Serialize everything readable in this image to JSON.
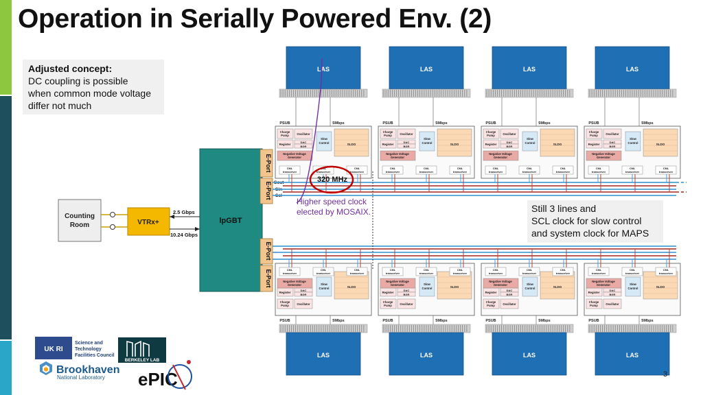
{
  "slide": {
    "title": "Operation in Serially Powered Env. (2)",
    "page_number": "3"
  },
  "concept_box": {
    "heading": "Adjusted concept:",
    "lines": [
      "DC coupling is possible",
      "when common mode voltage",
      "differ not much"
    ]
  },
  "annotations": {
    "frequency": "320 MHz",
    "purple_note": [
      "Higher speed clock",
      "elected by MOSAIX."
    ],
    "three_lines": [
      "Still 3 lines and",
      "SCL clock for slow control",
      "and system clock for MAPS"
    ]
  },
  "diagram": {
    "counting_room": [
      "Counting",
      "Room"
    ],
    "vtrx": "VTRx+",
    "lpgbt": "lpGBT",
    "eport": "E-Port",
    "link_up": "2.5 Gbps",
    "link_down": "10.24 Gbps",
    "signals": [
      "Sout",
      "Sin",
      "Scl"
    ],
    "las": "LAS",
    "psub": "PSUB",
    "rate": "5Mbps",
    "charge_pump": [
      "Charge",
      "Pump"
    ],
    "oscillator": "Oscillator",
    "register": "Register",
    "dac": "DAC",
    "bgr": "BGR",
    "neg_voltage": [
      "Negative Voltage",
      "Generator"
    ],
    "slow_control": [
      "Slow",
      "Control"
    ],
    "sldo": "SLDO",
    "cml": [
      "CML",
      "transceiver"
    ]
  },
  "logos": {
    "stfc": [
      "Science and",
      "Technology",
      "Facilities Council"
    ],
    "stfc_mark": "UK RI",
    "berkeley": "BERKELEY LAB",
    "brookhaven": [
      "Brookhaven",
      "National Laboratory"
    ],
    "epic": "ePIC"
  },
  "colors": {
    "green_bar": "#8dc63f",
    "teal_bar": "#1d4f5c",
    "blue_bar": "#2aa6c8",
    "lpgbt": "#1f8a82",
    "vtrx": "#f5b800",
    "las": "#1f6fb4",
    "bus_blue": "#4a9fd4",
    "bus_red": "#b0443c",
    "purple": "#7030a0"
  }
}
